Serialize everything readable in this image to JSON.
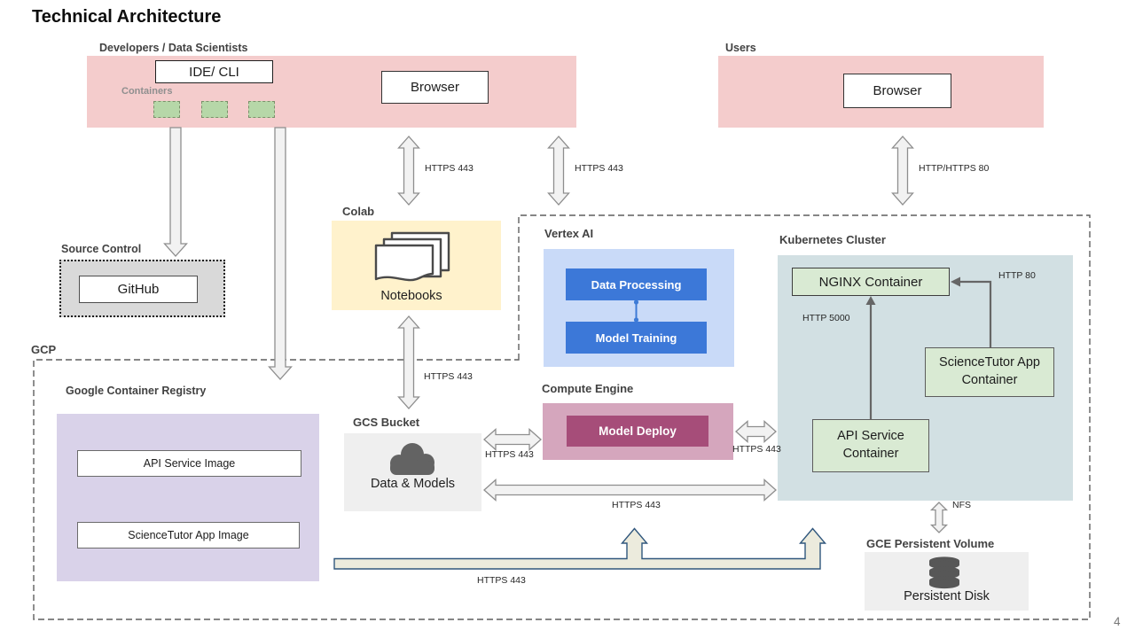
{
  "slide": {
    "title": "Technical Architecture",
    "page_number": "4"
  },
  "colors": {
    "client_zone_pink": "#f4cccc",
    "container_chip_green": "#b6d7a8",
    "colab_yellow": "#fff2cc",
    "source_control_gray": "#d9d9d9",
    "registry_purple": "#d9d2e9",
    "storage_gray": "#efefef",
    "vertex_light_blue": "#c9daf8",
    "vertex_accent_blue": "#3c78d8",
    "kubernetes_teal": "#d2e0e3",
    "k8s_node_green": "#d9ead3",
    "compute_pink": "#d5a6bd",
    "compute_accent_magenta": "#a64d79",
    "arrow_fill": "#f2f2f2",
    "arrow_stroke": "#8e8e8e",
    "push_arrow_fill": "#ecebdd",
    "push_arrow_stroke": "#30577d"
  },
  "nodes": {
    "developers": {
      "label": "Developers / Data Scientists",
      "ide_cli": "IDE/ CLI",
      "containers_label": "Containers",
      "browser": "Browser"
    },
    "users": {
      "label": "Users",
      "browser": "Browser"
    },
    "source_control": {
      "label": "Source Control",
      "github": "GitHub"
    },
    "colab": {
      "label": "Colab",
      "notebooks": "Notebooks"
    },
    "gcp": {
      "label": "GCP"
    },
    "gcr": {
      "label": "Google Container Registry",
      "api_service_image": "API Service Image",
      "app_image": "ScienceTutor App Image"
    },
    "gcs": {
      "label": "GCS Bucket",
      "data_models": "Data & Models"
    },
    "vertex": {
      "label": "Vertex AI",
      "data_processing": "Data Processing",
      "model_training": "Model Training"
    },
    "compute_engine": {
      "label": "Compute Engine",
      "model_deploy": "Model Deploy"
    },
    "kubernetes": {
      "label": "Kubernetes Cluster",
      "nginx": "NGINX Container",
      "app_container": "ScienceTutor App Container",
      "api_container": "API Service Container"
    },
    "gce_pv": {
      "label": "GCE Persistent Volume",
      "persistent_disk": "Persistent Disk"
    }
  },
  "edges": {
    "dev_colab": "HTTPS 443",
    "dev_gcp": "HTTPS 443",
    "users_k8s": "HTTP/HTTPS 80",
    "colab_gcs": "HTTPS 443",
    "gcs_ce": "HTTPS 443",
    "ce_k8s": "HTTPS 443",
    "gcs_k8s": "HTTPS 443",
    "app_nginx": "HTTP 80",
    "api_nginx": "HTTP 5000",
    "k8s_pv": "NFS",
    "gcr_push": "HTTPS 443"
  }
}
